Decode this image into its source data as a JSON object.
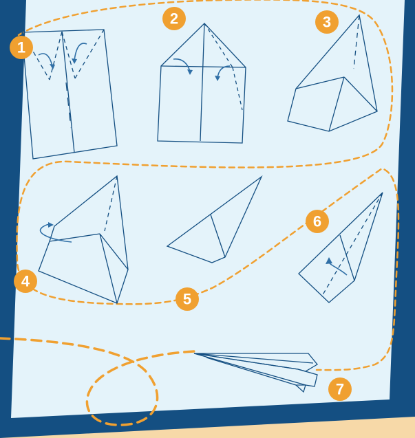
{
  "title": "",
  "colors": {
    "background_outer": "#f7d9a8",
    "frame": "#144f82",
    "paper": "#e4f3fa",
    "line": "#144f82",
    "arrow": "#2f6fa6",
    "dashed_path": "#f0a030",
    "badge": "#f0a030",
    "badge_text": "#ffffff"
  },
  "steps": [
    {
      "number": "1",
      "description_icon": "unfolded-paper-with-corner-fold-arrows"
    },
    {
      "number": "2",
      "description_icon": "paper-with-folded-top-corners"
    },
    {
      "number": "3",
      "description_icon": "paper-with-tip-folded"
    },
    {
      "number": "4",
      "description_icon": "folding-in-half-back"
    },
    {
      "number": "5",
      "description_icon": "folded-half-side-view"
    },
    {
      "number": "6",
      "description_icon": "folding-wing-down"
    },
    {
      "number": "7",
      "description_icon": "finished-paper-plane"
    }
  ]
}
